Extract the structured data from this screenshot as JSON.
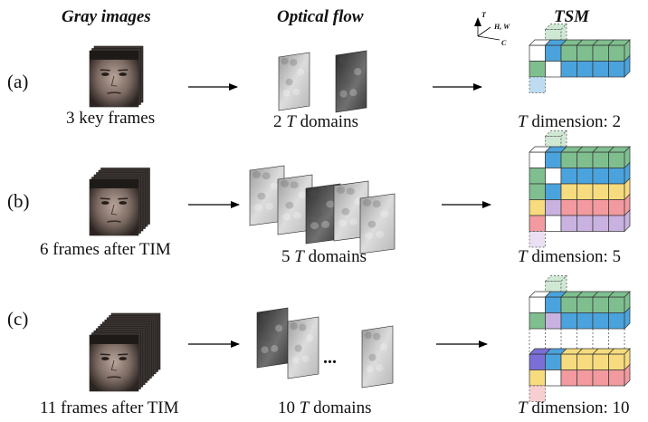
{
  "headers": {
    "gray_images": "Gray images",
    "optical_flow": "Optical flow",
    "tsm": "TSM"
  },
  "axes_icon": {
    "t": "T",
    "hw": "H, W",
    "c": "C"
  },
  "rows": [
    {
      "label": "(a)",
      "frames_caption": "3 key frames",
      "domains_caption_num": "2",
      "domains_caption_suffix": "domains",
      "tsm_caption_prefix": "dimension: 2",
      "t_symbol": "T"
    },
    {
      "label": "(b)",
      "frames_caption": "6 frames after TIM",
      "domains_caption_num": "5",
      "domains_caption_suffix": "domains",
      "tsm_caption_prefix": "dimension: 5",
      "t_symbol": "T"
    },
    {
      "label": "(c)",
      "frames_caption": "11 frames after TIM",
      "domains_caption_num": "10",
      "domains_caption_suffix": "domains",
      "tsm_caption_prefix": "dimension: 10",
      "t_symbol": "T",
      "ellipsis": "..."
    }
  ],
  "colors": {
    "green": "#7fbf8f",
    "blue": "#4aa3dc",
    "yellow": "#f6dc7e",
    "pink": "#f29a9f",
    "lavender": "#c9b2e0",
    "purple": "#7b6fd6",
    "ghost_green": "#cfe8d4",
    "ghost_blue": "#bddcf1",
    "ghost_lavender": "#ebe0f3",
    "ghost_pink": "#f7cfd1"
  }
}
